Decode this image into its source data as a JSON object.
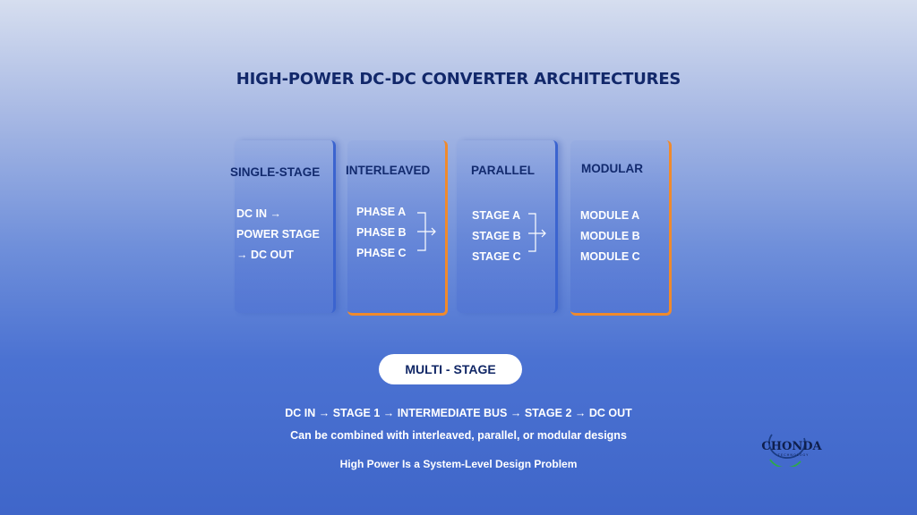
{
  "title": "HIGH-POWER DC-DC CONVERTER ARCHITECTURES",
  "columns": [
    {
      "heading": "SINGLE-STAGE",
      "items": [
        "DC IN →",
        "POWER STAGE",
        "→ DC  OUT"
      ]
    },
    {
      "heading": "INTERLEAVED",
      "items": [
        "PHASE A",
        "PHASE B",
        "PHASE C"
      ]
    },
    {
      "heading": "PARALLEL",
      "items": [
        "STAGE A",
        "STAGE B",
        "STAGE C"
      ]
    },
    {
      "heading": "MODULAR",
      "items": [
        "MODULE A",
        "MODULE B",
        "MODULE C"
      ]
    }
  ],
  "multi_stage": {
    "label": "MULTI - STAGE",
    "flow": "DC IN → STAGE 1 → INTERMEDIATE BUS → STAGE 2 → DC OUT",
    "note": "Can be combined with interleaved, parallel, or modular designs",
    "tagline": "High Power Is a System-Level Design Problem"
  },
  "logo": {
    "text": "CHONDA",
    "subtext": "TECHNOLOGY"
  },
  "colors": {
    "title": "#12286a",
    "accent_orange": "#f08a2c",
    "accent_blue": "#3b64cf"
  }
}
